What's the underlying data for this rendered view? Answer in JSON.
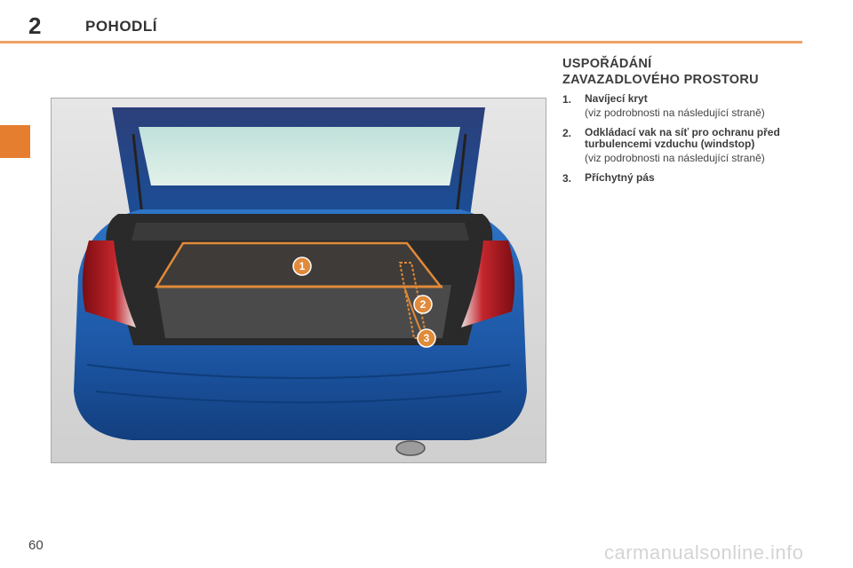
{
  "header": {
    "chapter_number": "2",
    "chapter_title": "POHODLÍ"
  },
  "section": {
    "title_line1": "USPOŘÁDÁNÍ",
    "title_line2": "ZAVAZADLOVÉHO PROSTORU"
  },
  "items": [
    {
      "num": "1.",
      "label": "Navíjecí kryt",
      "note": "(viz podrobnosti na následující straně)"
    },
    {
      "num": "2.",
      "label": "Odkládací vak na síť pro ochranu před turbulencemi vzduchu (windstop)",
      "note": "(viz podrobnosti na následující straně)"
    },
    {
      "num": "3.",
      "label": "Příchytný pás",
      "note": ""
    }
  ],
  "figure": {
    "callouts": [
      "1",
      "2",
      "3"
    ],
    "colors": {
      "car_body": "#1f5fb0",
      "callout": "#e08a3a",
      "window": "#c8e0dc"
    }
  },
  "footer": {
    "page_number": "60",
    "watermark": "carmanualsonline.info"
  },
  "colors": {
    "accent": "#e57e2f",
    "rule": "#f0a066"
  }
}
